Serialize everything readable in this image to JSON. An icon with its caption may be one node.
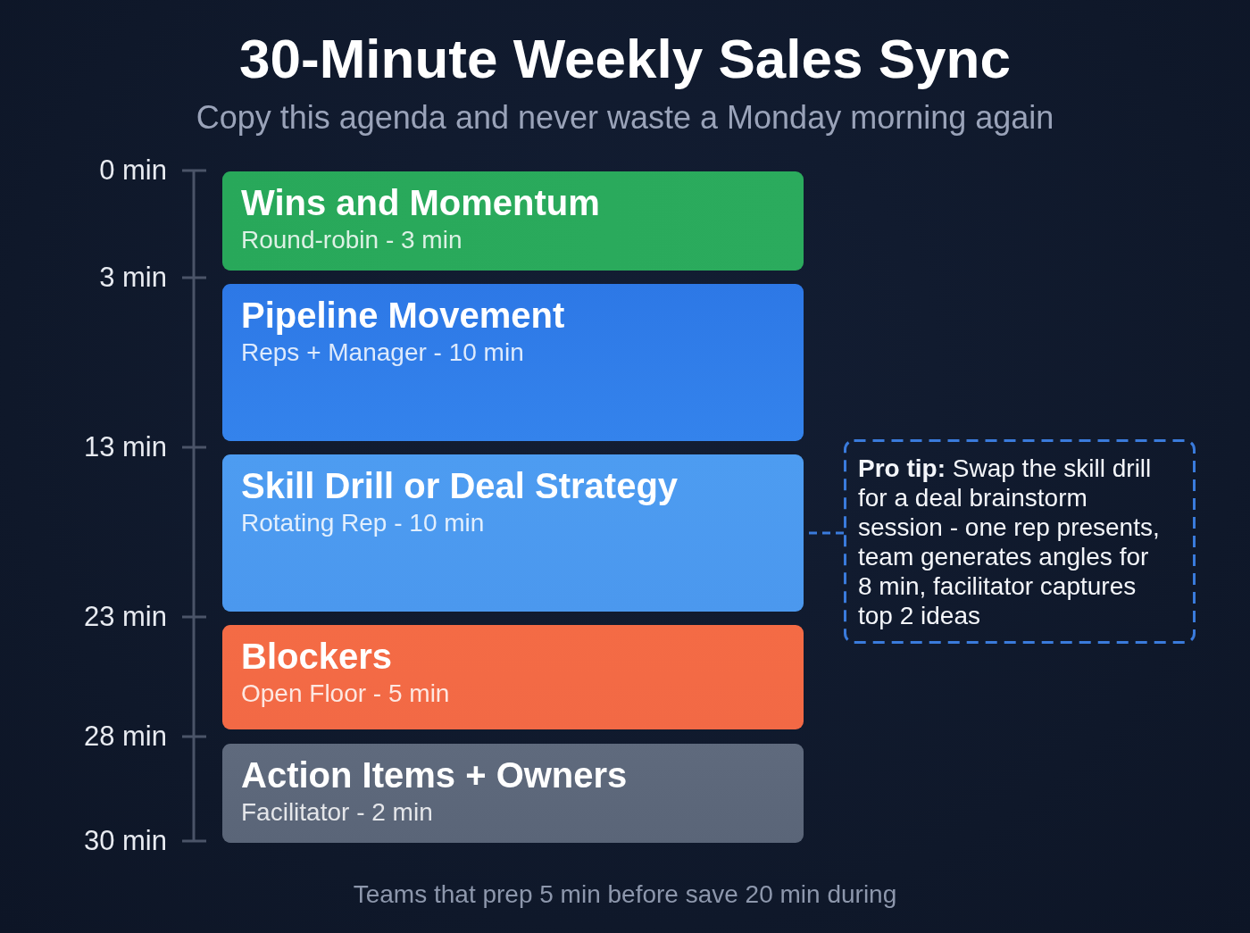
{
  "diagram": {
    "title": "30-Minute Weekly Sales Sync",
    "caption": "Teams that prep 5 min before save 20 min during",
    "nodes": [
      {
        "text": [
          "Wins and Momentum",
          "Round-robin - 3 min"
        ]
      },
      {
        "text": [
          "Pipeline Movement",
          "Reps + Manager - 10 min"
        ]
      },
      {
        "text": [
          "Skill Drill or Deal Strategy",
          "Rotating Rep - 10 min"
        ]
      },
      {
        "text": [
          "Blockers",
          "Open Floor - 5 min"
        ]
      },
      {
        "text": [
          "Action Items + Owners",
          "Facilitator - 2 min"
        ]
      },
      {
        "text": [
          "**Pro tip:** Swap the skill drill for a deal brainstorm session - one rep presents, team generates angles for 8 min, facilitator captures top 2 ideas"
        ]
      }
    ],
    "edges": [
      {
        "from": 5,
        "to": 2,
        "arrow": "none",
        "style": "dashed",
        "color": "#3a7bdc"
      }
    ],
    "labels": [
      "Copy this agenda and never waste a Monday morning again",
      "0 min",
      "3 min",
      "13 min",
      "23 min",
      "28 min",
      "30 min"
    ]
  }
}
